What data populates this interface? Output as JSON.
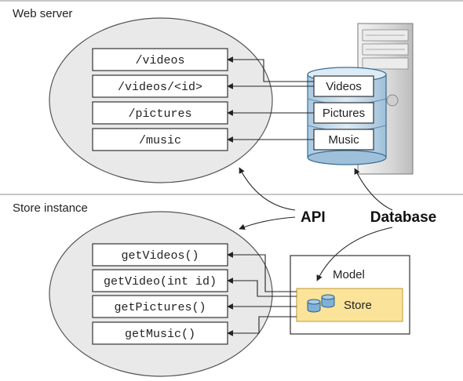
{
  "sections": {
    "web_server": "Web server",
    "store_instance": "Store instance"
  },
  "routes": [
    "/videos",
    "/videos/<id>",
    "/pictures",
    "/music"
  ],
  "database_tables": [
    "Videos",
    "Pictures",
    "Music"
  ],
  "methods": [
    "getVideos()",
    "getVideo(int id)",
    "getPictures()",
    "getMusic()"
  ],
  "model": {
    "title": "Model",
    "store_label": "Store"
  },
  "annotations": {
    "api": "API",
    "database": "Database"
  },
  "colors": {
    "cylinder": "#cfe3f2",
    "ellipse_fill": "#e9e9e9",
    "store_fill": "#fbe39a",
    "store_border": "#c8a94b",
    "server_tower": "#d9d9d9"
  }
}
